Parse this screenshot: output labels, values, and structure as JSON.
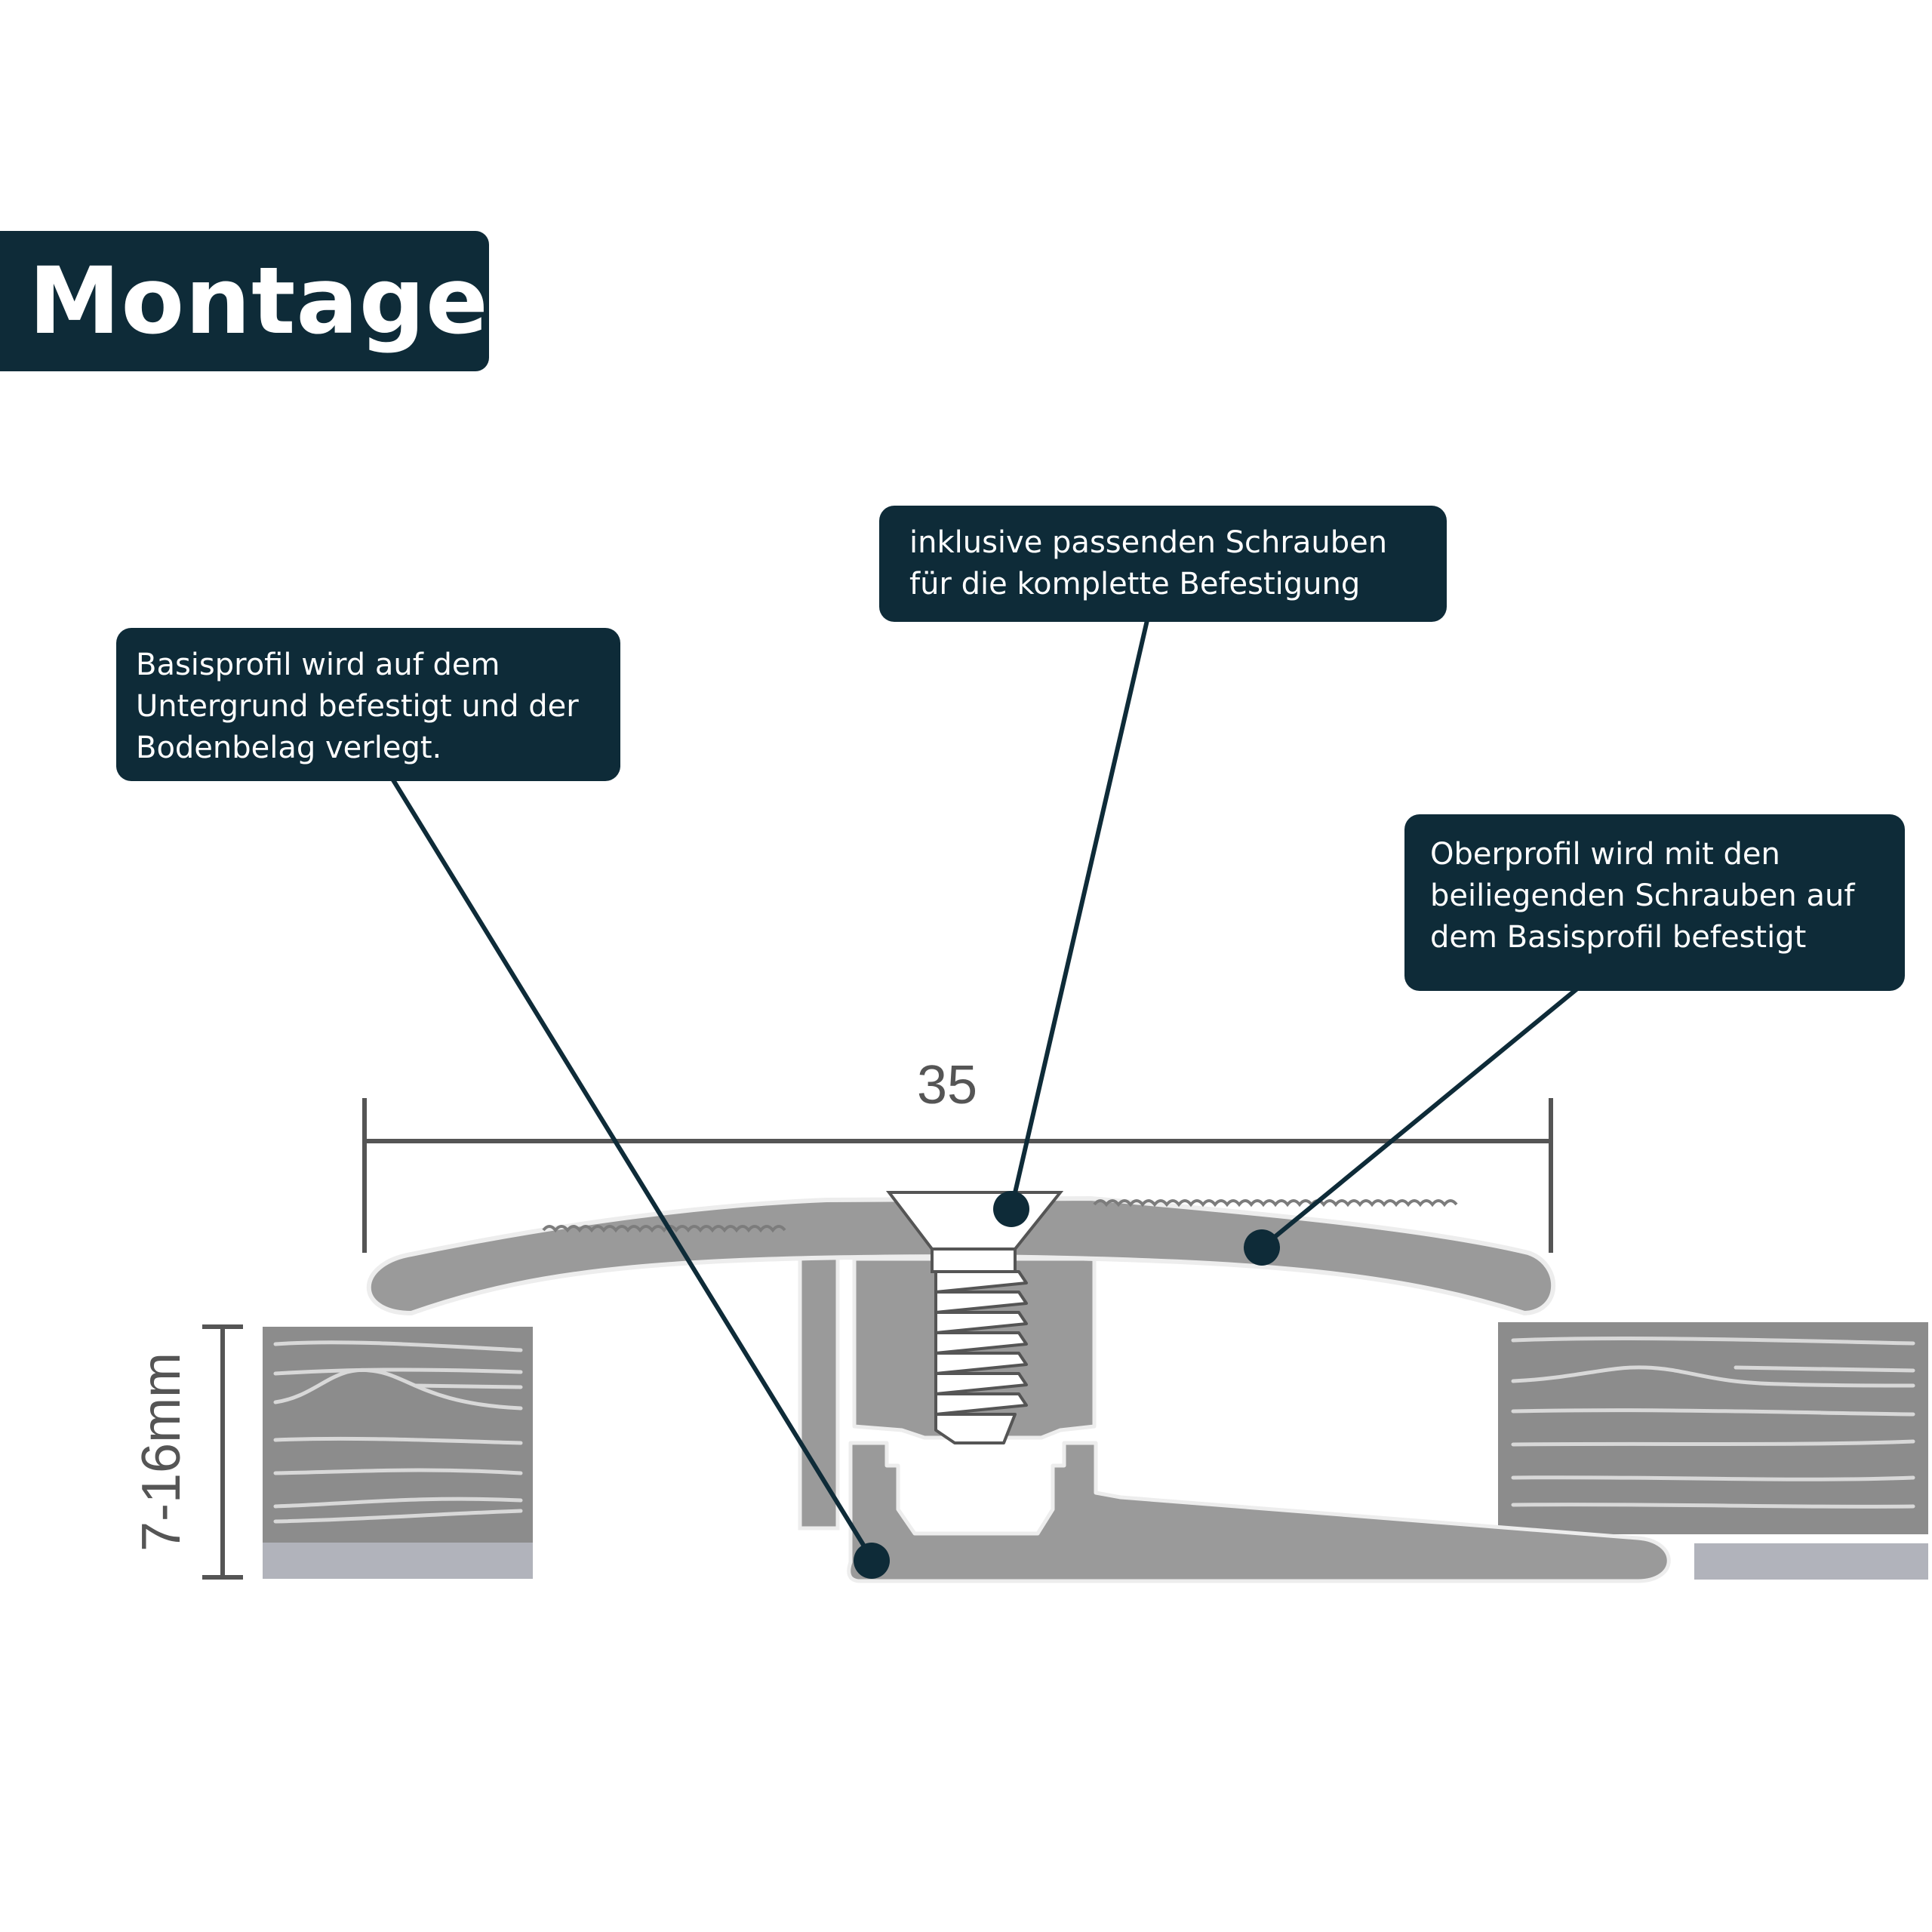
{
  "title": "Montage:",
  "callouts": {
    "screws": {
      "lines": [
        "inklusive passenden Schrauben",
        "für die komplette Befestigung"
      ]
    },
    "base_profile": {
      "lines": [
        "Basisprofil wird auf dem",
        "Untergrund befestigt und der",
        "Bodenbelag verlegt."
      ]
    },
    "top_profile": {
      "lines": [
        "Oberprofil wird mit den",
        "beiliegenden Schrauben auf",
        "dem Basisprofil befestigt"
      ]
    }
  },
  "dimensions": {
    "width_label": "35",
    "height_label": "7-16mm"
  },
  "colors": {
    "callout_bg": "#0e2b38",
    "profile_fill": "#9a9a9a",
    "profile_stroke": "#ededed",
    "floor_plank": "#8c8c8c",
    "floor_underlay": "#b1b3bb",
    "dimension_line": "#555555",
    "leader_line": "#0e2b38"
  }
}
